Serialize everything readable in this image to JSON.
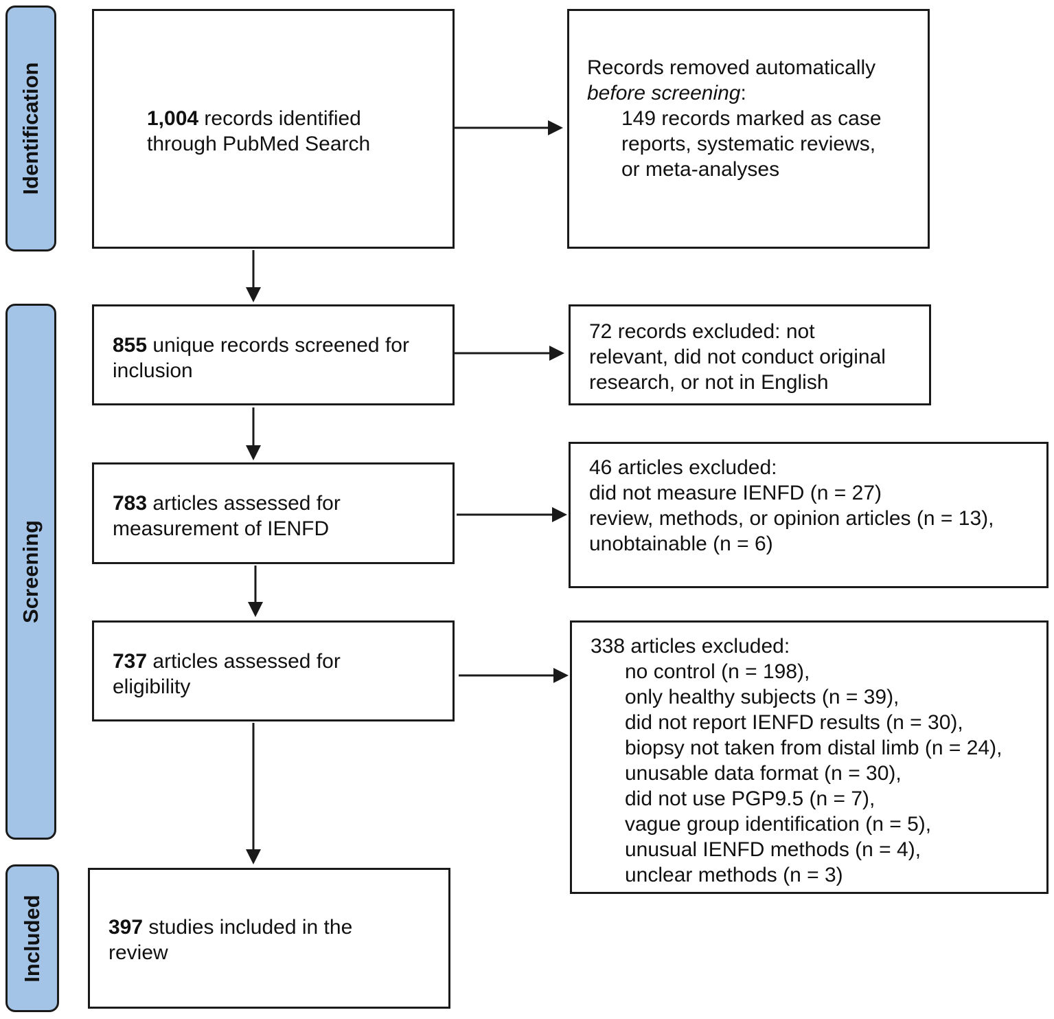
{
  "phases": {
    "identification": "Identification",
    "screening": "Screening",
    "included": "Included"
  },
  "boxes": {
    "identified": {
      "number": "1,004",
      "text_first": " records identified",
      "text_second": "through PubMed Search"
    },
    "removed": {
      "line1": "Records removed automatically",
      "line2_italic": "before screening",
      "line2_suffix": ":",
      "items": [
        "149 records marked as case",
        "reports, systematic reviews,",
        "or meta-analyses"
      ]
    },
    "screened": {
      "number": "855",
      "text_first": " unique records screened for",
      "text_second": "inclusion"
    },
    "excluded_screen": {
      "lines": [
        "72 records excluded: not",
        "relevant, did not conduct original",
        "research, or not in English"
      ]
    },
    "assessed_measure": {
      "number": "783",
      "text_first": " articles assessed for",
      "text_second": "measurement of IENFD"
    },
    "excluded_measure": {
      "lines": [
        "46 articles excluded:",
        "did not measure IENFD (n = 27)",
        "review, methods, or opinion articles (n = 13),",
        "unobtainable (n = 6)"
      ]
    },
    "assessed_eligibility": {
      "number": "737",
      "text_first": " articles assessed for",
      "text_second": "eligibility"
    },
    "excluded_eligibility": {
      "heading": "338 articles excluded:",
      "items": [
        "no control (n = 198),",
        "only healthy subjects (n = 39),",
        "did not report IENFD results (n = 30),",
        "biopsy not taken from distal limb (n = 24),",
        "unusable data format (n = 30),",
        "did not use PGP9.5 (n = 7),",
        "vague group identification (n = 5),",
        "unusual IENFD methods (n = 4),",
        "unclear methods (n = 3)"
      ]
    },
    "included": {
      "number": "397",
      "text_first": " studies included in the",
      "text_second": "review"
    }
  }
}
